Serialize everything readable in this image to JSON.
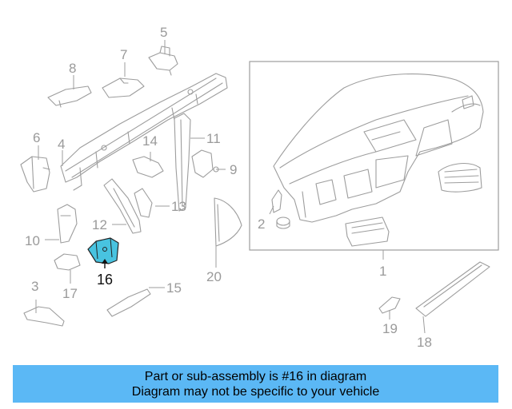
{
  "diagram": {
    "callouts": [
      "1",
      "2",
      "3",
      "4",
      "5",
      "6",
      "7",
      "8",
      "9",
      "10",
      "11",
      "12",
      "13",
      "14",
      "15",
      "17",
      "18",
      "19",
      "20"
    ],
    "highlighted_callout": "16",
    "highlight_color": "#48c3e0"
  },
  "banner": {
    "line1": "Part or sub-assembly is #16 in diagram",
    "line2": "Diagram may not be specific to your vehicle",
    "background": "#5bb8f5"
  }
}
